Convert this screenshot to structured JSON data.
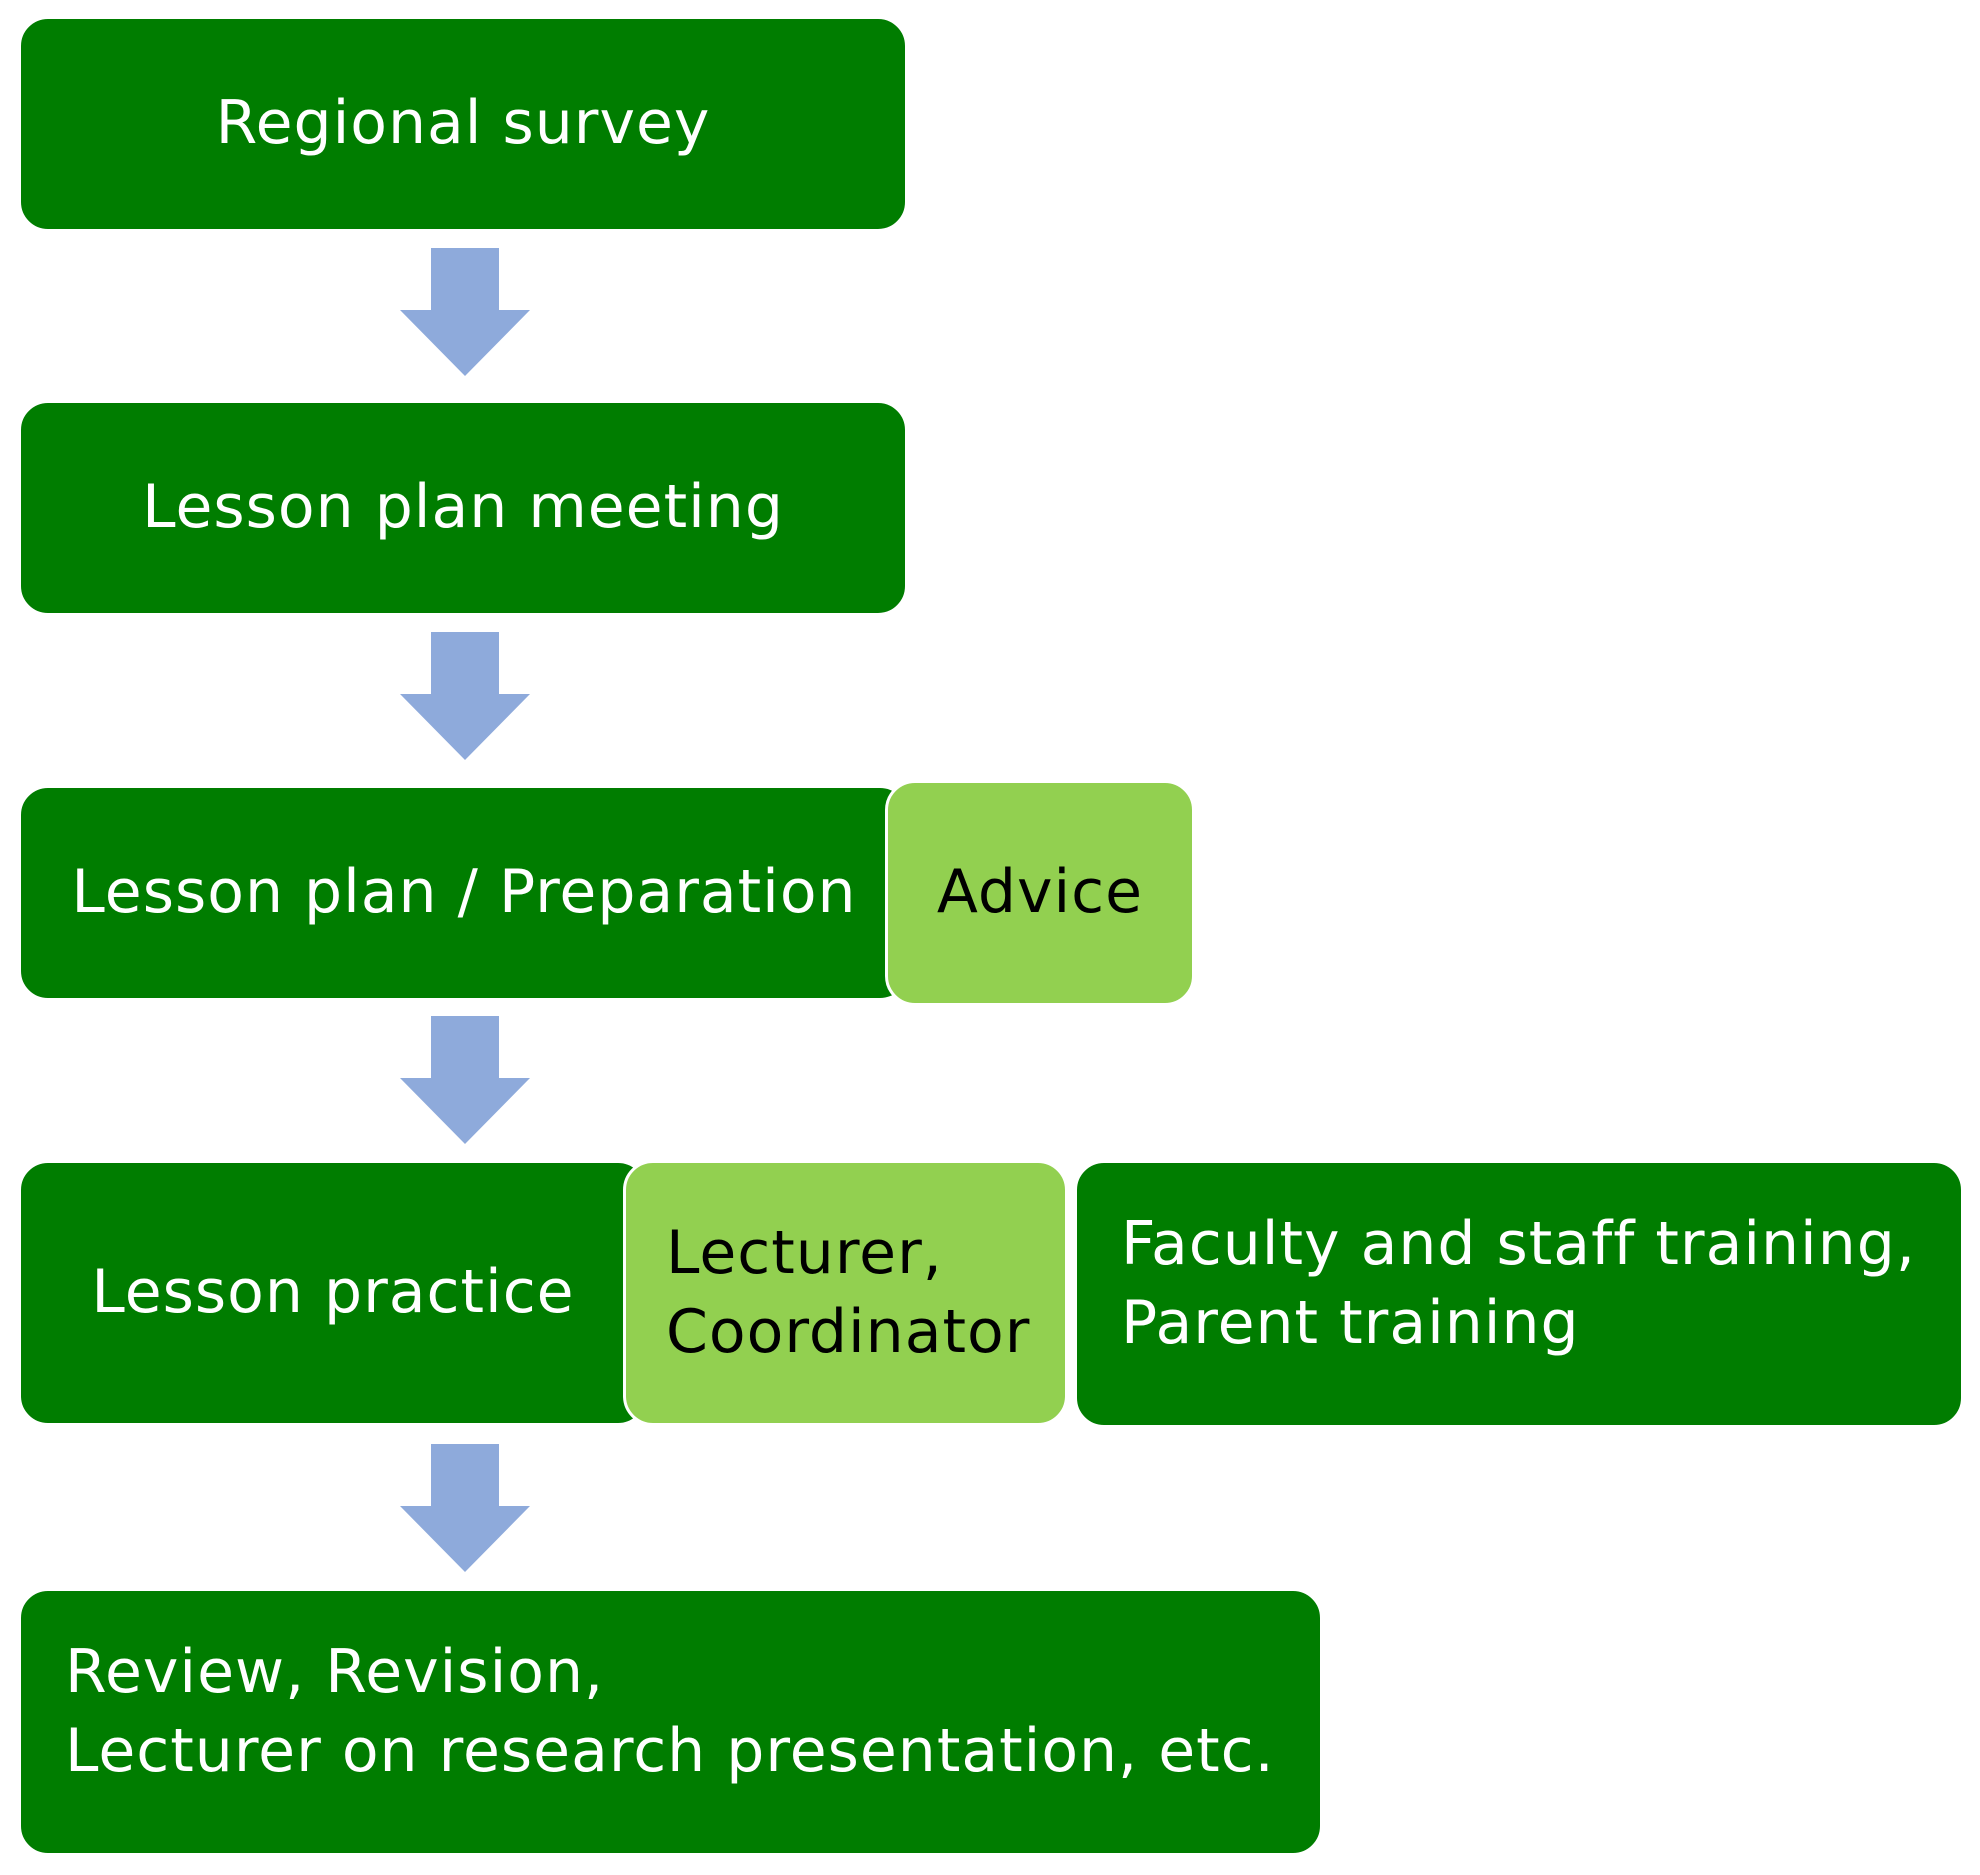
{
  "colors": {
    "dark_green": "#007d00",
    "light_green": "#92d050",
    "arrow_blue": "#8eaadb",
    "text_white": "#ffffff",
    "text_black": "#000000"
  },
  "steps": {
    "regional_survey": "Regional survey",
    "lesson_plan_meeting": "Lesson plan meeting",
    "lesson_plan_preparation": "Lesson plan / Preparation",
    "lesson_practice": "Lesson practice",
    "review": "Review, Revision,\nLecturer on research presentation, etc."
  },
  "side_notes": {
    "advice": "Advice",
    "lecturer_coordinator": "Lecturer,\nCoordinator",
    "training": "Faculty and staff training,\nParent training"
  },
  "icons": {
    "flow_arrow": "down-arrow-icon"
  }
}
